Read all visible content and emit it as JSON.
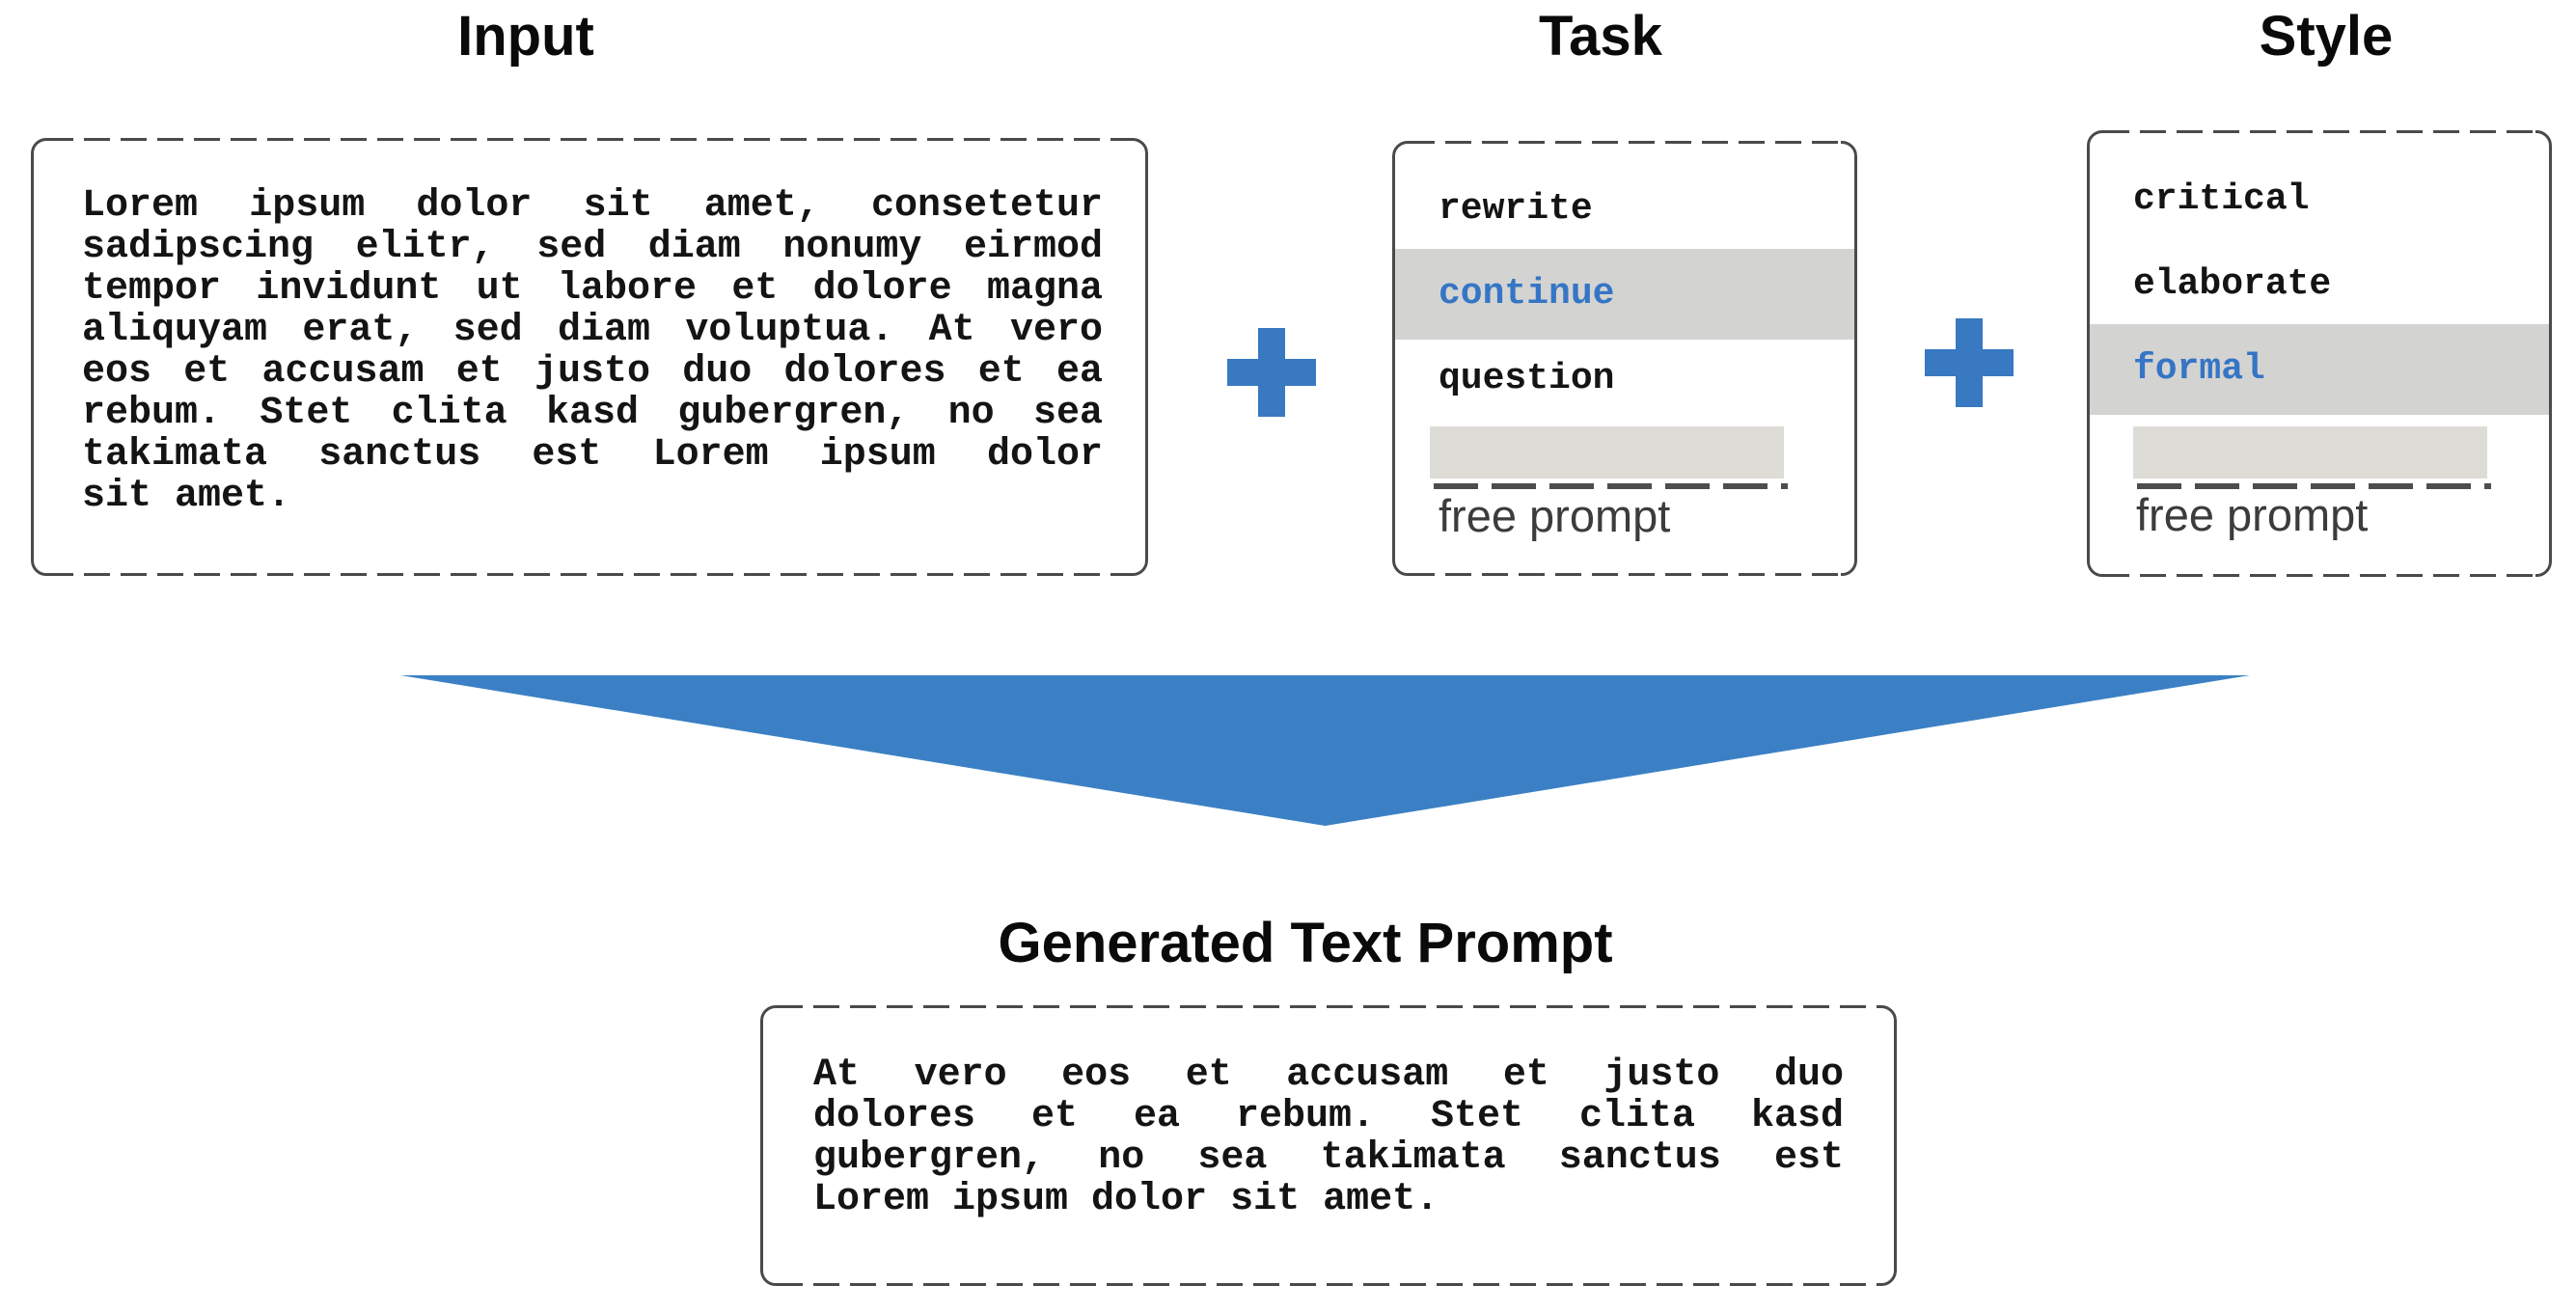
{
  "colors": {
    "accent_blue": "#3b80c4",
    "plus_blue": "#3879c1",
    "selected_blue": "#3575c5",
    "highlight_band": "#d3d3d1",
    "field_fill": "#dedcd7",
    "box_border": "#4a4a4a",
    "text_primary": "#141414",
    "text_secondary": "#3c3c3c"
  },
  "headers": {
    "input": "Input",
    "task": "Task",
    "style": "Style",
    "generated": "Generated Text Prompt"
  },
  "input_box": {
    "lines": [
      "Lorem ipsum dolor sit amet, consetetur",
      "sadipscing elitr, sed diam nonumy eirmod",
      "tempor invidunt ut labore et dolore magna",
      "aliquyam erat, sed diam voluptua. At vero",
      "eos et accusam et justo duo dolores et ea",
      "rebum. Stet clita kasd gubergren, no sea",
      "takimata sanctus est Lorem ipsum dolor",
      "sit amet."
    ]
  },
  "task_menu": {
    "items": [
      {
        "label": "rewrite",
        "selected": false
      },
      {
        "label": "continue",
        "selected": true
      },
      {
        "label": "question",
        "selected": false
      }
    ],
    "free_prompt_label": "free prompt",
    "free_prompt_value": ""
  },
  "style_menu": {
    "items": [
      {
        "label": "critical",
        "selected": false
      },
      {
        "label": "elaborate",
        "selected": false
      },
      {
        "label": "formal",
        "selected": true
      }
    ],
    "free_prompt_label": "free prompt",
    "free_prompt_value": ""
  },
  "generated_box": {
    "lines": [
      "At vero eos et accusam et justo duo",
      "dolores et ea rebum. Stet clita kasd",
      "gubergren, no sea takimata sanctus est",
      "Lorem ipsum dolor sit amet."
    ]
  }
}
